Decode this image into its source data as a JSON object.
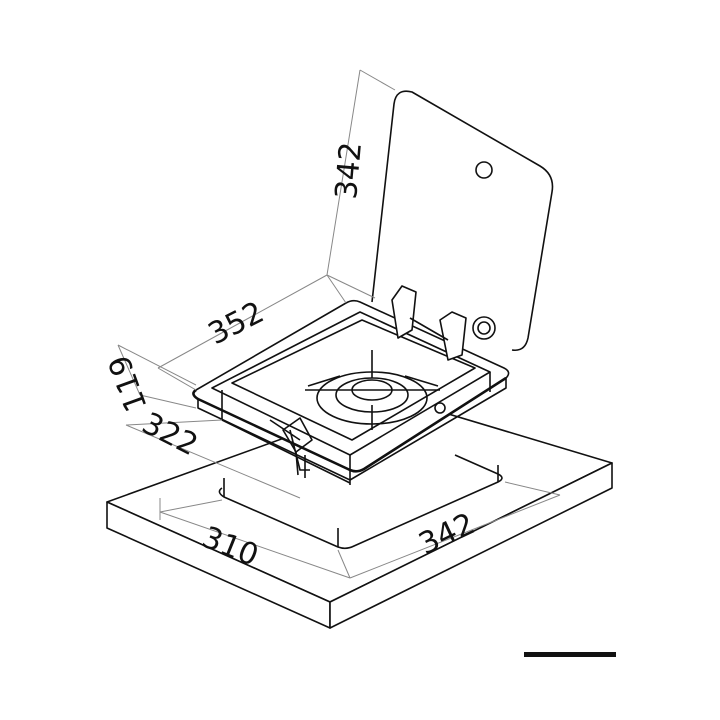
{
  "dimensions": {
    "lid_height": "342",
    "width": "352",
    "height": "119",
    "depth": "322",
    "cutout_width": "310",
    "cutout_depth": "342"
  },
  "colors": {
    "line": "#111111",
    "dimension_line": "#888888",
    "background": "#ffffff"
  }
}
